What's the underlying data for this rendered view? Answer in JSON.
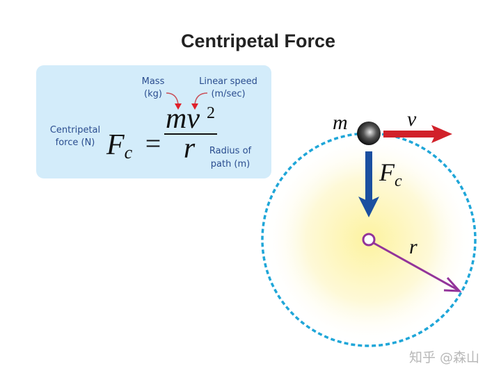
{
  "title": "Centripetal Force",
  "formula": {
    "lhs": "F",
    "lhs_sub": "c",
    "equals": "=",
    "numerator": "mv",
    "exponent": "2",
    "denominator": "r",
    "labels": {
      "force": [
        "Centripetal",
        "force (N)"
      ],
      "mass": [
        "Mass",
        "(kg)"
      ],
      "speed": [
        "Linear speed",
        "(m/sec)"
      ],
      "radius": [
        "Radius of",
        "path (m)"
      ]
    }
  },
  "diagram": {
    "mass_label": "m",
    "velocity_label": "v",
    "force_label": "F",
    "force_sub": "c",
    "radius_label": "r"
  },
  "watermark": "知乎 @森山",
  "colors": {
    "panel": "#d3ecfa",
    "path": "#1fa6d8",
    "velocity": "#d1212a",
    "force": "#1b4fa0",
    "radius": "#93349a"
  }
}
